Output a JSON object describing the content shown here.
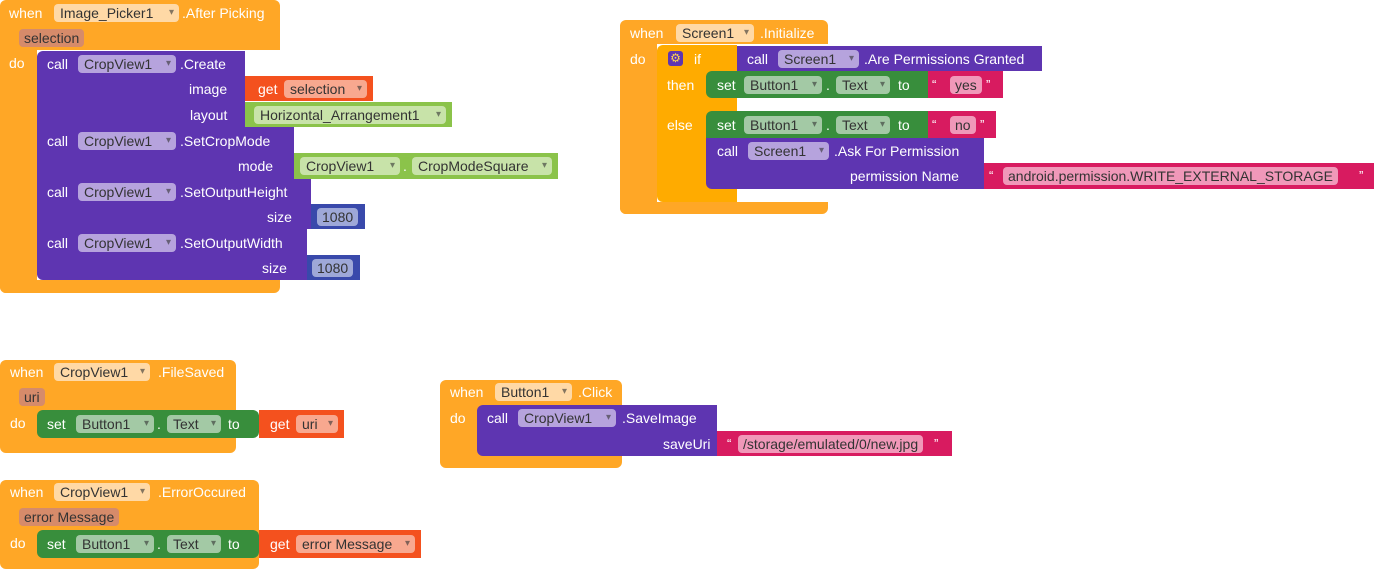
{
  "kw": {
    "when": "when",
    "do": "do",
    "call": "call",
    "set": "set",
    "get": "get",
    "to": "to",
    "if": "if",
    "then": "then",
    "else": "else",
    "dot": ".",
    "ql": "“",
    "qr": "”"
  },
  "blocks": {
    "after_picking": {
      "component": "Image_Picker1",
      "event": ".After Picking",
      "param": "selection",
      "create": {
        "component": "CropView1",
        "method": ".Create",
        "arg1_label": "image",
        "arg1_var": "selection",
        "arg2_label": "layout",
        "arg2_value": "Horizontal_Arrangement1"
      },
      "set_crop_mode": {
        "component": "CropView1",
        "method": ".SetCropMode",
        "arg_label": "mode",
        "arg_component": "CropView1",
        "arg_value": "CropModeSquare"
      },
      "set_output_height": {
        "component": "CropView1",
        "method": ".SetOutputHeight",
        "arg_label": "size",
        "value": "1080"
      },
      "set_output_width": {
        "component": "CropView1",
        "method": ".SetOutputWidth",
        "arg_label": "size",
        "value": "1080"
      }
    },
    "initialize": {
      "component": "Screen1",
      "event": ".Initialize",
      "if_call": {
        "component": "Screen1",
        "method": ".Are Permissions Granted"
      },
      "then_set": {
        "component": "Button1",
        "property": "Text",
        "value": "yes"
      },
      "else_set": {
        "component": "Button1",
        "property": "Text",
        "value": "no"
      },
      "else_call": {
        "component": "Screen1",
        "method": ".Ask For Permission",
        "arg_label": "permission Name",
        "value": "android.permission.WRITE_EXTERNAL_STORAGE"
      }
    },
    "file_saved": {
      "component": "CropView1",
      "event": ".FileSaved",
      "param": "uri",
      "set": {
        "component": "Button1",
        "property": "Text",
        "var": "uri"
      }
    },
    "click": {
      "component": "Button1",
      "event": ".Click",
      "call": {
        "component": "CropView1",
        "method": ".SaveImage",
        "arg_label": "saveUri",
        "value": "/storage/emulated/0/new.jpg"
      }
    },
    "error": {
      "component": "CropView1",
      "event": ".ErrorOccured",
      "param": "error Message",
      "set": {
        "component": "Button1",
        "property": "Text",
        "var": "error Message"
      }
    }
  }
}
